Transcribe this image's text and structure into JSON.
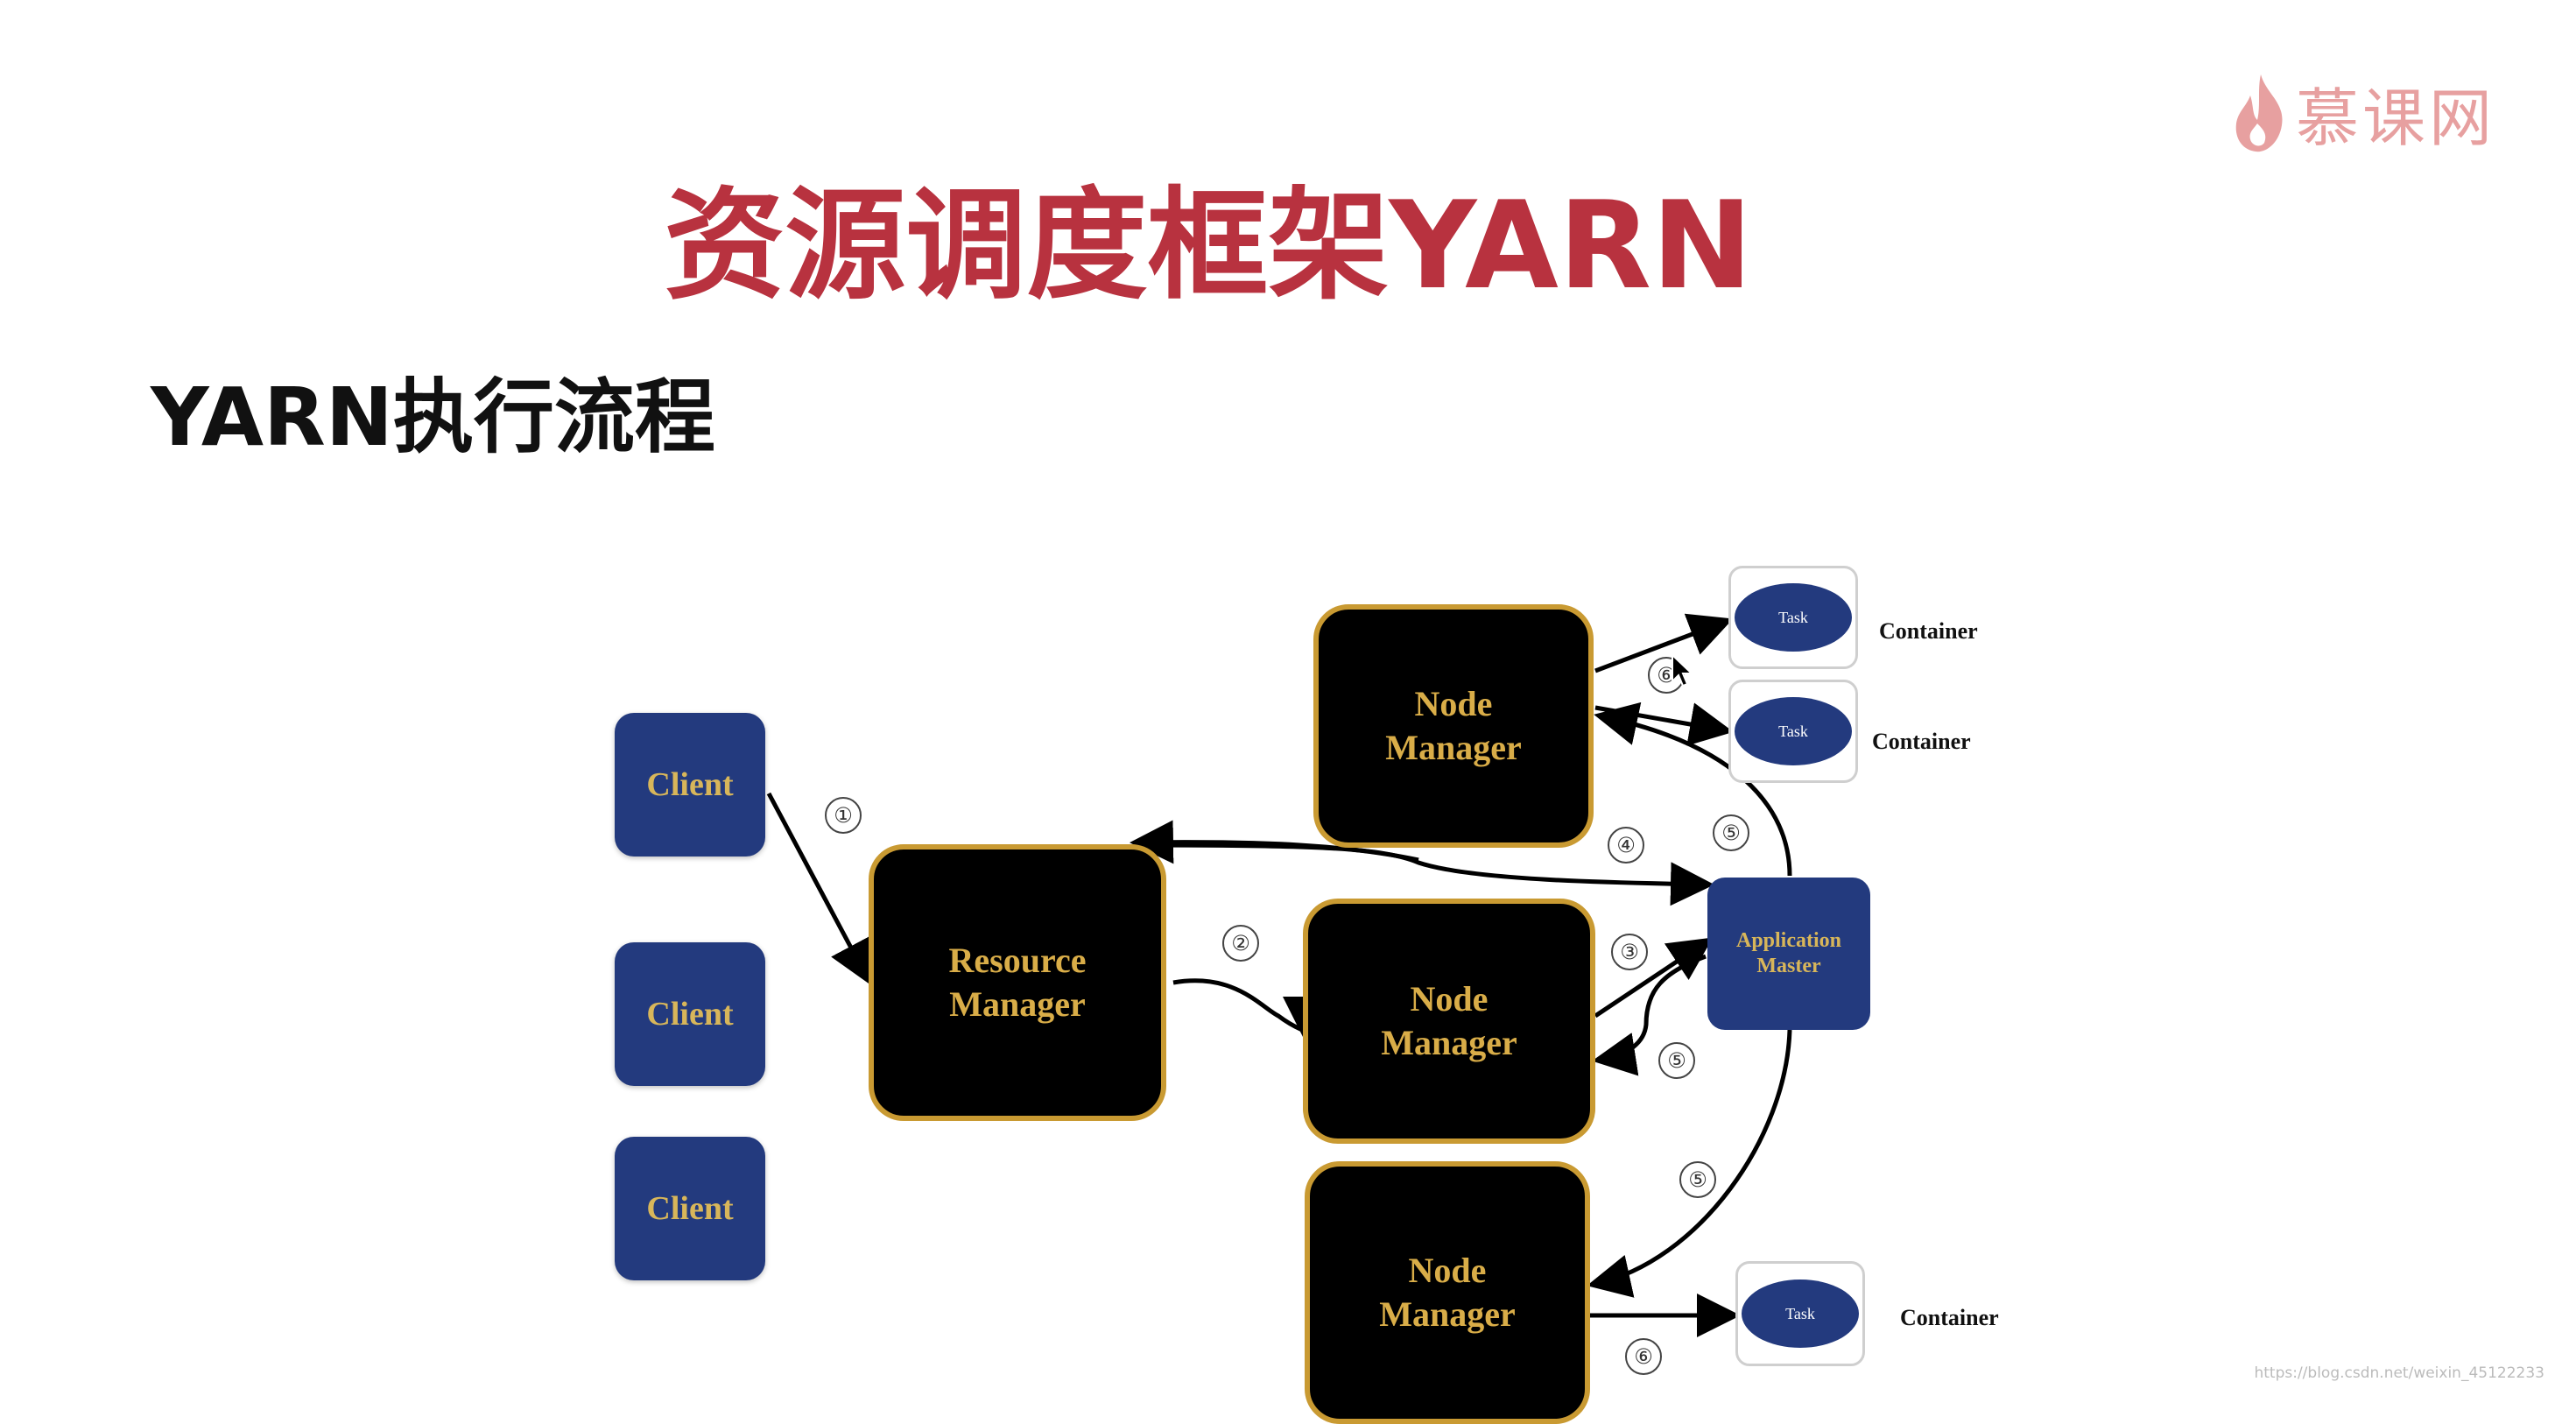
{
  "logo": {
    "text": "慕课网"
  },
  "title": "资源调度框架YARN",
  "subtitle": "YARN执行流程",
  "diagram": {
    "clients": [
      "Client",
      "Client",
      "Client"
    ],
    "resource_manager": [
      "Resource",
      "Manager"
    ],
    "node_managers": [
      [
        "Node",
        "Manager"
      ],
      [
        "Node",
        "Manager"
      ],
      [
        "Node",
        "Manager"
      ]
    ],
    "application_master": [
      "Application",
      "Master"
    ],
    "task_label": "Task",
    "container_label": "Container",
    "steps": [
      "①",
      "②",
      "③",
      "④",
      "⑤",
      "⑤",
      "⑤",
      "⑥",
      "⑥"
    ]
  },
  "watermark": "https://blog.csdn.net/weixin_45122233"
}
